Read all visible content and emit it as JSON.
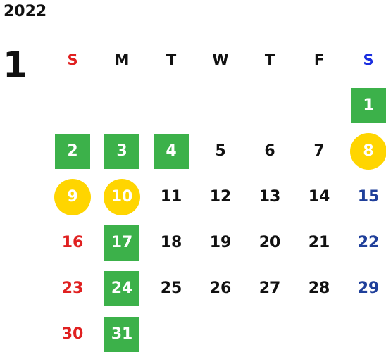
{
  "year": "2022",
  "month": "1",
  "colors": {
    "text": "#111111",
    "sunday": "#e02020",
    "saturday_header": "#1a2ee0",
    "saturday": "#1f3f9a",
    "highlight_square": "#3cb14a",
    "highlight_circle": "#ffd500",
    "highlight_text": "#ffffff"
  },
  "weekday_headers": [
    "S",
    "M",
    "T",
    "W",
    "T",
    "F",
    "S"
  ],
  "weeks": [
    [
      null,
      null,
      null,
      null,
      null,
      null,
      {
        "day": "1",
        "mark": "square"
      }
    ],
    [
      {
        "day": "2",
        "mark": "square"
      },
      {
        "day": "3",
        "mark": "square"
      },
      {
        "day": "4",
        "mark": "square"
      },
      {
        "day": "5"
      },
      {
        "day": "6"
      },
      {
        "day": "7"
      },
      {
        "day": "8",
        "mark": "circle"
      }
    ],
    [
      {
        "day": "9",
        "mark": "circle"
      },
      {
        "day": "10",
        "mark": "circle"
      },
      {
        "day": "11"
      },
      {
        "day": "12"
      },
      {
        "day": "13"
      },
      {
        "day": "14"
      },
      {
        "day": "15"
      }
    ],
    [
      {
        "day": "16"
      },
      {
        "day": "17",
        "mark": "square"
      },
      {
        "day": "18"
      },
      {
        "day": "19"
      },
      {
        "day": "20"
      },
      {
        "day": "21"
      },
      {
        "day": "22"
      }
    ],
    [
      {
        "day": "23"
      },
      {
        "day": "24",
        "mark": "square"
      },
      {
        "day": "25"
      },
      {
        "day": "26"
      },
      {
        "day": "27"
      },
      {
        "day": "28"
      },
      {
        "day": "29"
      }
    ],
    [
      {
        "day": "30"
      },
      {
        "day": "31",
        "mark": "square"
      },
      null,
      null,
      null,
      null,
      null
    ]
  ]
}
